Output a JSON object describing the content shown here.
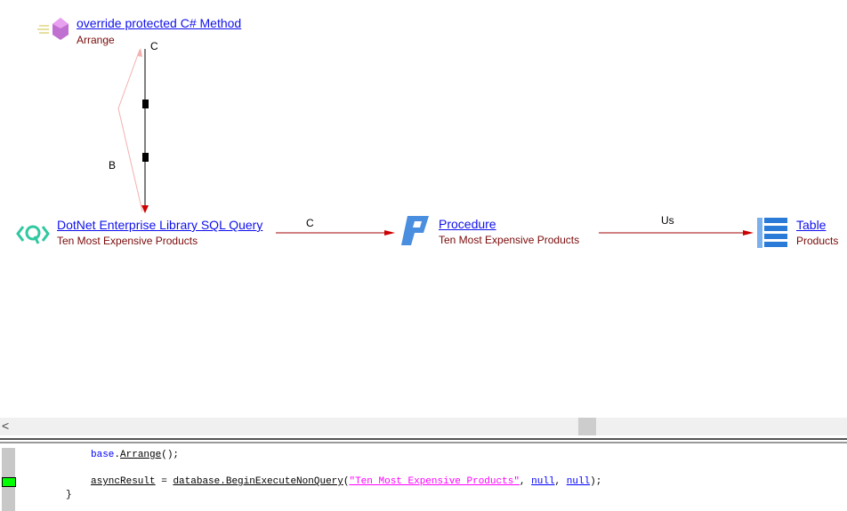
{
  "nodes": {
    "method": {
      "title": " override protected C# Method",
      "subtitle": "Arrange",
      "icon": "csharp-method-icon"
    },
    "query": {
      "title": "DotNet Enterprise Library SQL Query",
      "subtitle": "Ten Most Expensive Products",
      "icon": "sql-query-icon"
    },
    "procedure": {
      "title": "Procedure",
      "subtitle": "Ten Most Expensive Products",
      "icon": "procedure-icon"
    },
    "table": {
      "title": "Table",
      "subtitle": "Products",
      "icon": "table-icon"
    }
  },
  "edges": {
    "method_query_c": "C",
    "query_method_b": "B",
    "query_procedure": "C",
    "procedure_table": "Us"
  },
  "scrollbar": {
    "left_arrow": "<"
  },
  "code": {
    "line1": {
      "obj": "base",
      "dot": ".",
      "method": "Arrange",
      "rest": "();"
    },
    "line2": {
      "var": "asyncResult",
      "eq": " = ",
      "call": "database.BeginExecuteNonQuery",
      "open": "(",
      "str": "\"Ten Most Expensive Products\"",
      "c1": ", ",
      "n1": "null",
      "c2": ", ",
      "n2": "null",
      "close": ");"
    },
    "line3": "}"
  },
  "colors": {
    "link": "#1010ee",
    "subtitle": "#7a0a0a",
    "edge": "#a00000",
    "highlight": "#00ff00"
  }
}
